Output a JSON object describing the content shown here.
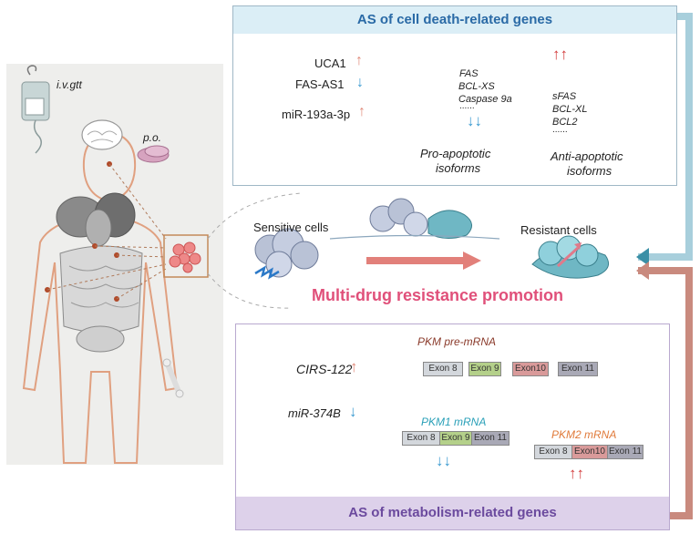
{
  "left": {
    "ivgtt": "i.v.gtt",
    "po": "p.o."
  },
  "top_panel": {
    "title": "AS of cell death-related genes",
    "uca1": "UCA1",
    "fasas1": "FAS-AS1",
    "mir193": "miR-193a-3p",
    "pro_genes": [
      "FAS",
      "BCL-XS",
      "Caspase 9a"
    ],
    "anti_genes": [
      "sFAS",
      "BCL-XL",
      "BCL2"
    ],
    "dots": "......",
    "pro_label": [
      "Pro-apoptotic",
      "isoforms"
    ],
    "anti_label": [
      "Anti-apoptotic",
      "isoforms"
    ],
    "down_arrows": "↓↓",
    "up_arrows": "↑↑"
  },
  "middle": {
    "sensitive": "Sensitive cells",
    "resistant": "Resistant cells",
    "title": "Multi-drug resistance promotion"
  },
  "bottom_panel": {
    "title": "AS of metabolism-related genes",
    "cirs": "CIRS-122",
    "mir374": "miR-374B",
    "pre_mrna": "PKM pre-mRNA",
    "pkm1": "PKM1 mRNA",
    "pkm2": "PKM2 mRNA",
    "exons": {
      "e8": "Exon 8",
      "e9": "Exon 9",
      "e10": "Exon10",
      "e11": "Exon 11"
    },
    "down_arrows": "↓↓",
    "up_arrows": "↑↑"
  },
  "colors": {
    "up_arrow": "#e08a7a",
    "down_arrow": "#3a9ad0",
    "title_pink": "#e0507a",
    "teal": "#2a8ca6",
    "brown": "#b06050"
  }
}
